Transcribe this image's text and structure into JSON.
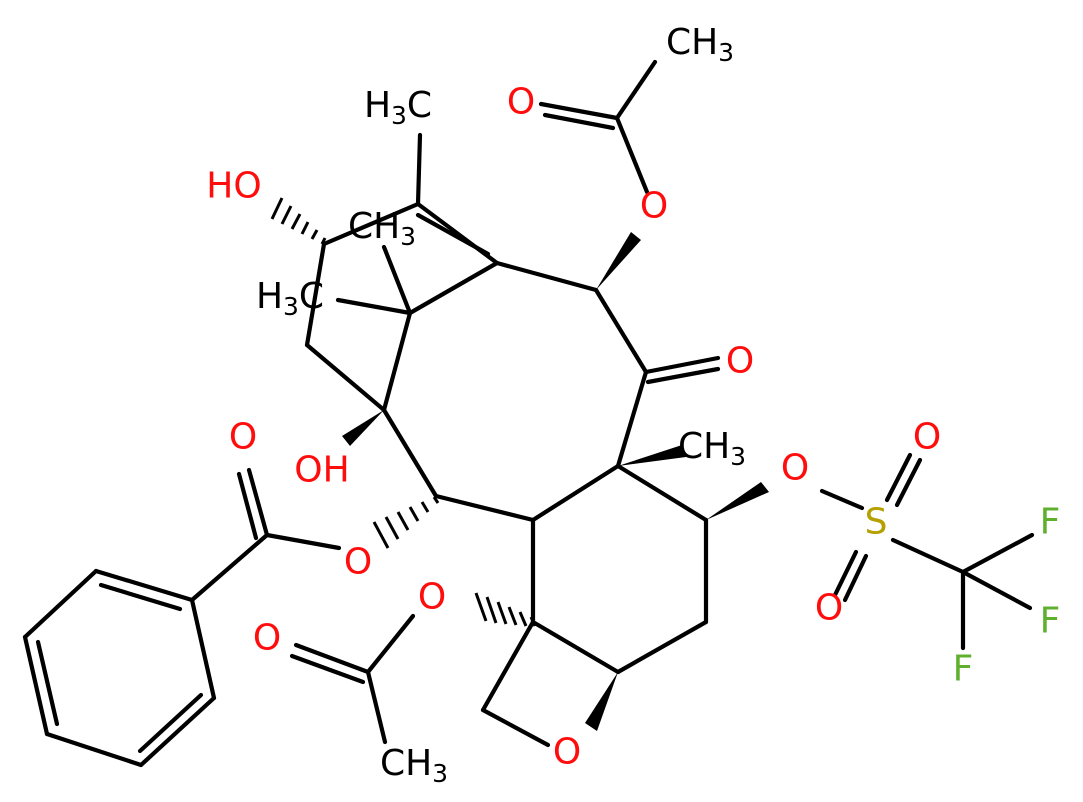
{
  "colors": {
    "oxygen": "#ff0d0d",
    "sulfur": "#b5a000",
    "fluorine": "#60b030",
    "carbon": "#000000"
  },
  "atoms": {
    "ch3_top_acetyl": "CH",
    "ch3_top_acetyl_sub": "3",
    "o_acetyl_carbonyl": "O",
    "h3c_top": "H",
    "h3c_top_sub": "3",
    "h3c_top_c": "C",
    "ho_top": "HO",
    "ch3_mid": "CH",
    "ch3_mid_sub": "3",
    "h3c_left": "H",
    "h3c_left_sub": "3",
    "h3c_left_c": "C",
    "o_ester_top": "O",
    "o_ketone": "O",
    "ch3_right": "CH",
    "ch3_right_sub": "3",
    "o_benzoyl_carbonyl": "O",
    "oh_mid": "OH",
    "o_triflate_link": "O",
    "o_sulfonyl_1": "O",
    "s_atom": "S",
    "o_sulfonyl_2": "O",
    "f_1": "F",
    "f_2": "F",
    "f_3": "F",
    "o_benzoyl_ester": "O",
    "o_acetyl2_ester": "O",
    "o_acetyl2_carbonyl": "O",
    "o_oxetane": "O",
    "ch3_bottom": "CH",
    "ch3_bottom_sub": "3"
  }
}
